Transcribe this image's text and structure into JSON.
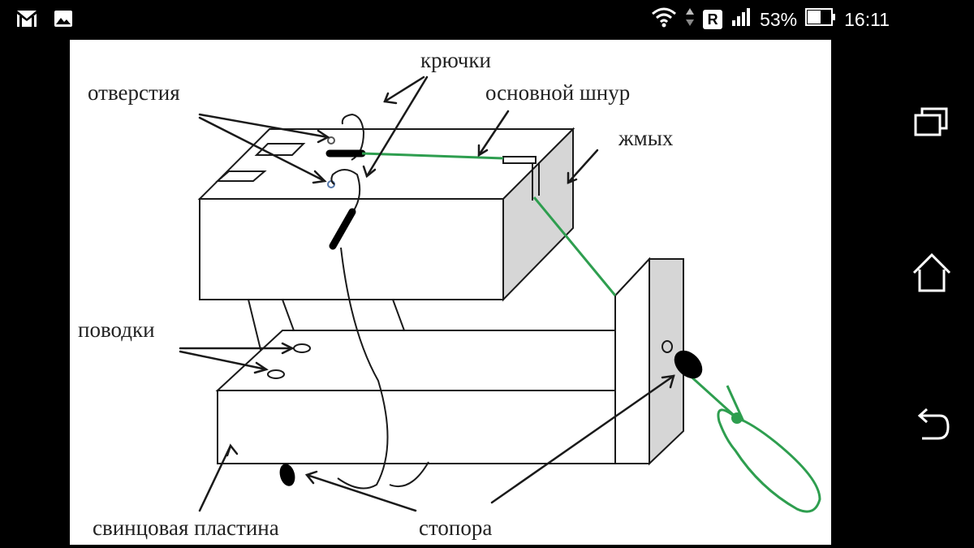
{
  "status_bar": {
    "battery_percent": "53%",
    "time": "16:11",
    "network_badge": "R",
    "icons": [
      "gmail-icon",
      "gallery-icon",
      "wifi-icon",
      "data-arrows-icon",
      "roaming-badge-icon",
      "signal-icon",
      "battery-icon"
    ]
  },
  "diagram": {
    "labels": {
      "hooks": "крючки",
      "holes": "отверстия",
      "main_line": "основной шнур",
      "bait": "жмых",
      "leaders": "поводки",
      "lead_plate": "свинцовая пластина",
      "stoppers": "стопора"
    },
    "colors": {
      "line": "#2e9e4f",
      "outline": "#1a1a1a",
      "side_fill": "#d6d6d6"
    }
  },
  "navigation": {
    "buttons": [
      "recent-apps",
      "home",
      "back"
    ]
  }
}
